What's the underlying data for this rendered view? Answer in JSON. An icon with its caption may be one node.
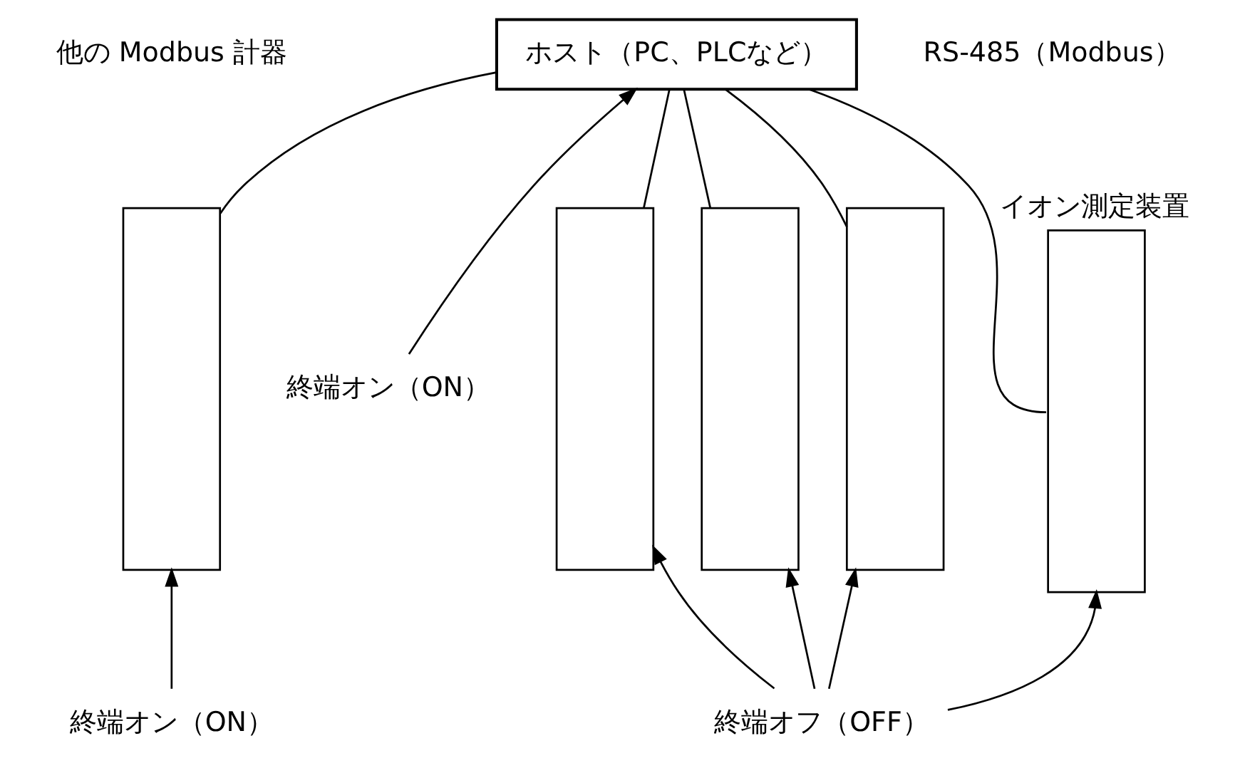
{
  "diagram": {
    "nodes": [
      {
        "text": [],
        "shape": "box"
      },
      {
        "text": [],
        "shape": "box"
      },
      {
        "text": [],
        "shape": "box"
      },
      {
        "text": [],
        "shape": "box"
      },
      {
        "text": [],
        "shape": "box",
        "beside": [
          "イオン測定装置"
        ]
      },
      {
        "text": [
          "ホスト（PC、PLCなど）"
        ]
      },
      {
        "text": [
          "終端オン（ON）"
        ]
      },
      {
        "text": [
          "終端オフ（OFF）"
        ]
      },
      {
        "text": [
          "終端オン（ON）"
        ]
      }
    ],
    "edges": [
      {
        "from": 0,
        "to": 5,
        "arrow": "none"
      },
      {
        "from": 1,
        "to": 5,
        "arrow": "none"
      },
      {
        "from": 2,
        "to": 5,
        "arrow": "none"
      },
      {
        "from": 3,
        "to": 5,
        "arrow": "none"
      },
      {
        "from": 4,
        "to": 5,
        "arrow": "none"
      },
      {
        "from": 6,
        "to": 0,
        "arrow": "to"
      },
      {
        "from": 7,
        "to": 1,
        "arrow": "to"
      },
      {
        "from": 7,
        "to": 2,
        "arrow": "to"
      },
      {
        "from": 7,
        "to": 3,
        "arrow": "to"
      },
      {
        "from": 7,
        "to": 4,
        "arrow": "to"
      },
      {
        "from": 8,
        "to": 5,
        "arrow": "to"
      }
    ],
    "labels": [
      "他の Modbus 計器",
      "RS-485（Modbus）"
    ]
  }
}
